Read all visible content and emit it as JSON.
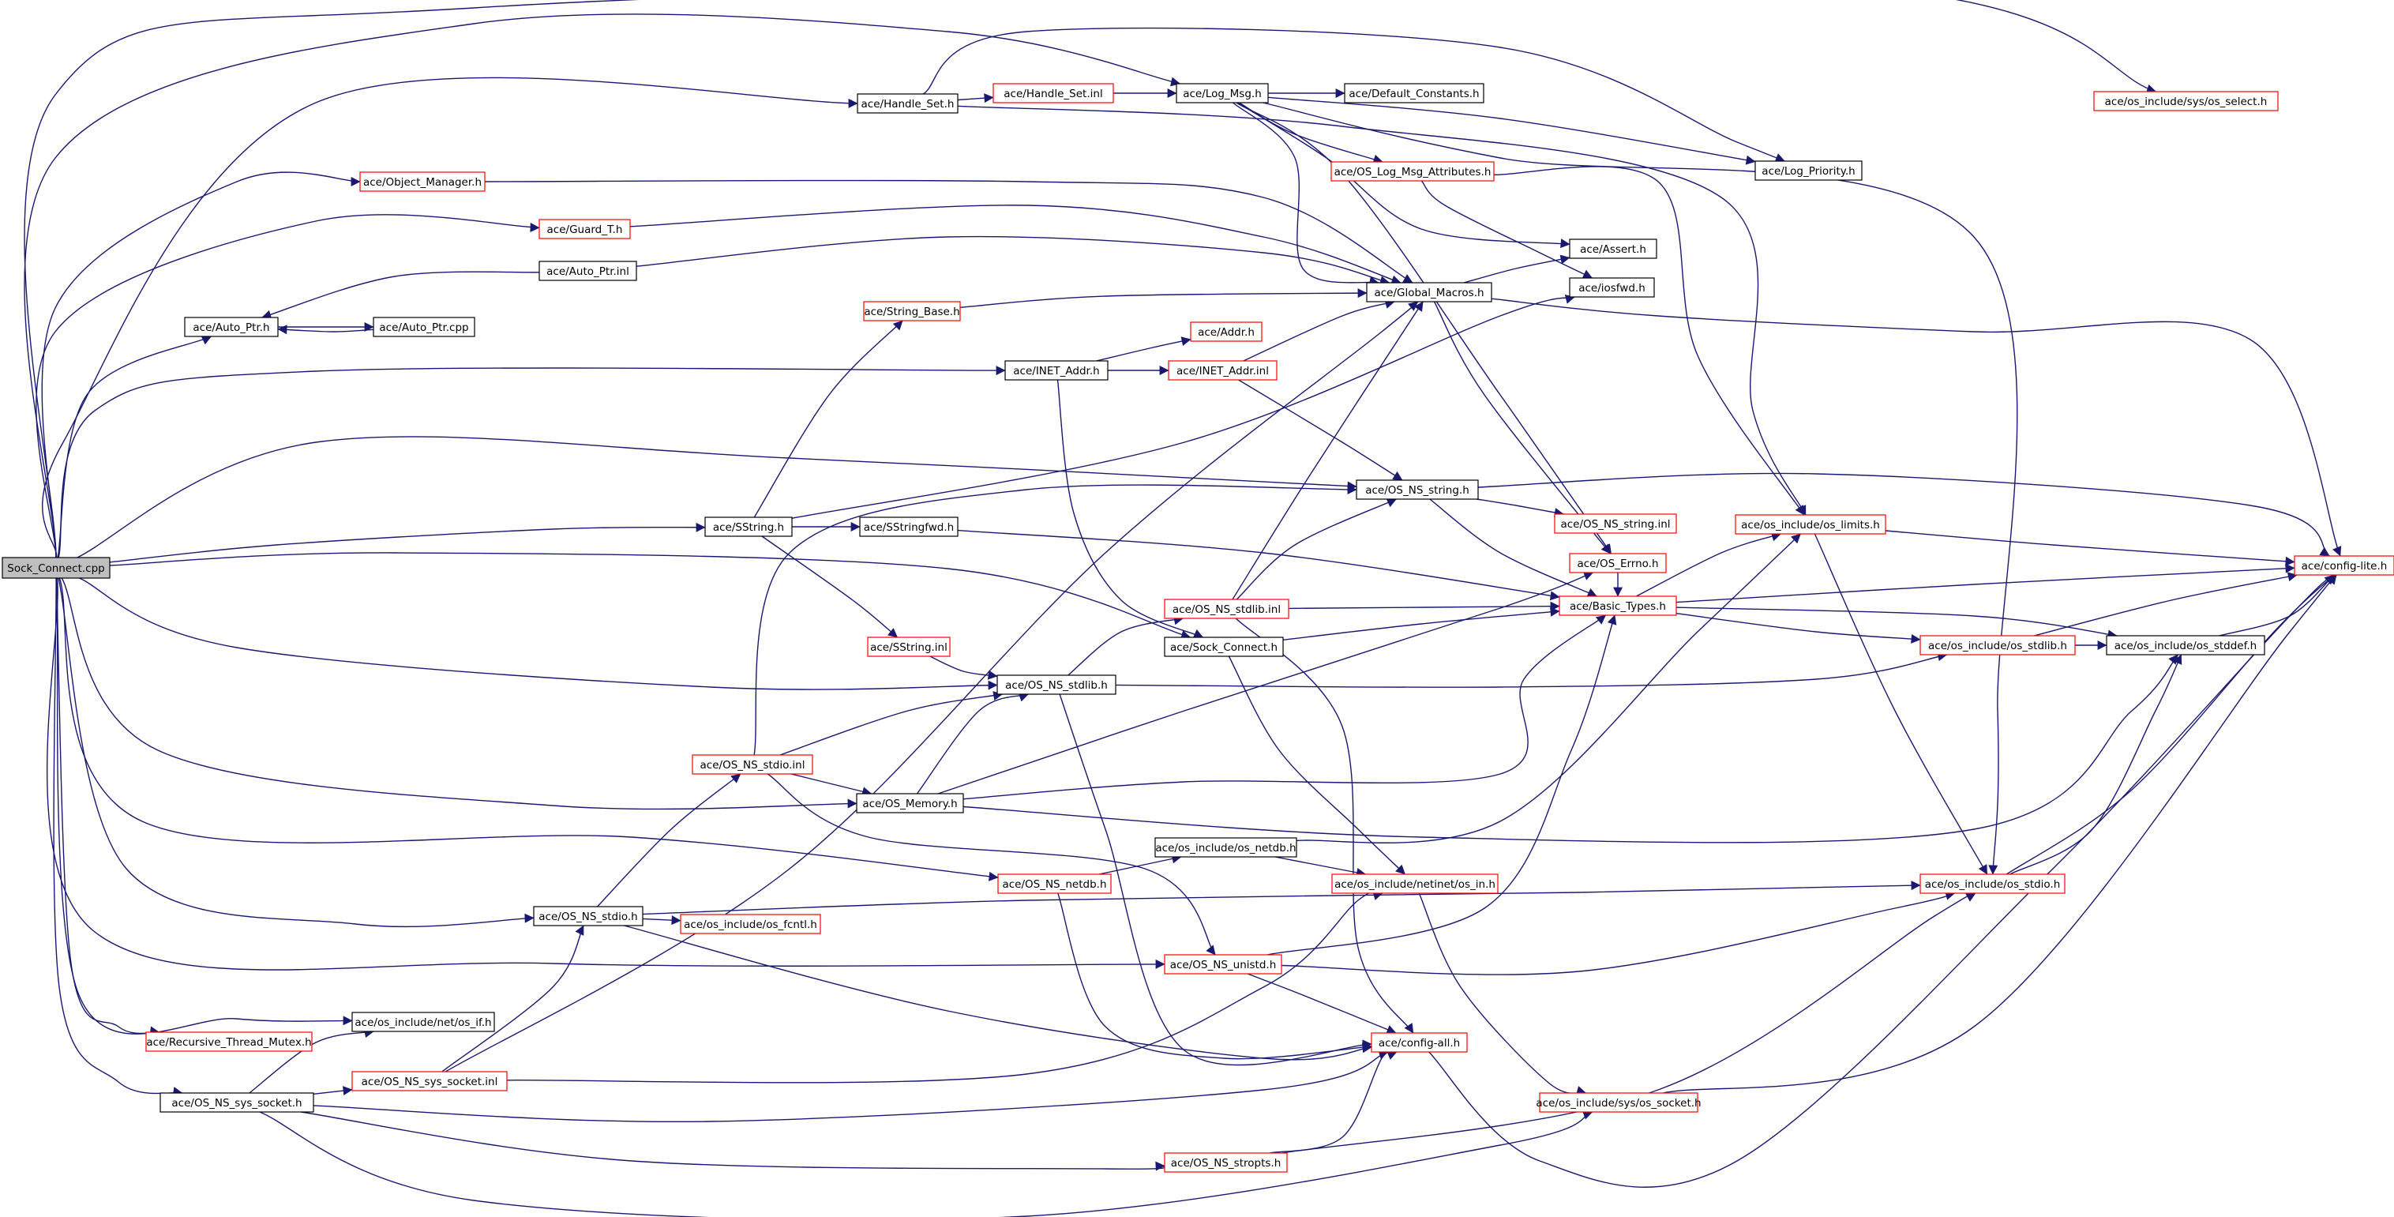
{
  "diagram": {
    "colors": {
      "edge": "#191970",
      "node_border_black": "#000000",
      "node_border_red": "#ff0000",
      "root_fill": "#bfbfbf",
      "node_fill": "#ffffff",
      "text": "#000000"
    },
    "root": "Sock_Connect.cpp",
    "nodes": [
      {
        "id": "n_root",
        "label": "Sock_Connect.cpp",
        "border": "black",
        "root": true
      },
      {
        "id": "n_handle_set_h",
        "label": "ace/Handle_Set.h",
        "border": "black"
      },
      {
        "id": "n_handle_set_inl",
        "label": "ace/Handle_Set.inl",
        "border": "red"
      },
      {
        "id": "n_log_msg_h",
        "label": "ace/Log_Msg.h",
        "border": "black"
      },
      {
        "id": "n_default_constants",
        "label": "ace/Default_Constants.h",
        "border": "black"
      },
      {
        "id": "n_os_select",
        "label": "ace/os_include/sys/os_select.h",
        "border": "red"
      },
      {
        "id": "n_log_priority",
        "label": "ace/Log_Priority.h",
        "border": "black"
      },
      {
        "id": "n_object_manager",
        "label": "ace/Object_Manager.h",
        "border": "red"
      },
      {
        "id": "n_os_log_msg_attr",
        "label": "ace/OS_Log_Msg_Attributes.h",
        "border": "red"
      },
      {
        "id": "n_guard_t",
        "label": "ace/Guard_T.h",
        "border": "red"
      },
      {
        "id": "n_assert",
        "label": "ace/Assert.h",
        "border": "black"
      },
      {
        "id": "n_auto_ptr_inl",
        "label": "ace/Auto_Ptr.inl",
        "border": "black"
      },
      {
        "id": "n_iosfwd",
        "label": "ace/iosfwd.h",
        "border": "black"
      },
      {
        "id": "n_global_macros",
        "label": "ace/Global_Macros.h",
        "border": "black"
      },
      {
        "id": "n_auto_ptr_h",
        "label": "ace/Auto_Ptr.h",
        "border": "black"
      },
      {
        "id": "n_auto_ptr_cpp",
        "label": "ace/Auto_Ptr.cpp",
        "border": "black"
      },
      {
        "id": "n_string_base",
        "label": "ace/String_Base.h",
        "border": "red"
      },
      {
        "id": "n_addr",
        "label": "ace/Addr.h",
        "border": "red"
      },
      {
        "id": "n_inet_addr_h",
        "label": "ace/INET_Addr.h",
        "border": "black"
      },
      {
        "id": "n_inet_addr_inl",
        "label": "ace/INET_Addr.inl",
        "border": "red"
      },
      {
        "id": "n_os_ns_string_h",
        "label": "ace/OS_NS_string.h",
        "border": "black"
      },
      {
        "id": "n_os_ns_string_inl",
        "label": "ace/OS_NS_string.inl",
        "border": "red"
      },
      {
        "id": "n_sstring_h",
        "label": "ace/SString.h",
        "border": "black"
      },
      {
        "id": "n_sstringfwd",
        "label": "ace/SStringfwd.h",
        "border": "black"
      },
      {
        "id": "n_os_limits",
        "label": "ace/os_include/os_limits.h",
        "border": "red"
      },
      {
        "id": "n_config_lite",
        "label": "ace/config-lite.h",
        "border": "red"
      },
      {
        "id": "n_os_errno",
        "label": "ace/OS_Errno.h",
        "border": "red"
      },
      {
        "id": "n_os_ns_stdlib_inl",
        "label": "ace/OS_NS_stdlib.inl",
        "border": "red"
      },
      {
        "id": "n_basic_types",
        "label": "ace/Basic_Types.h",
        "border": "red"
      },
      {
        "id": "n_sstring_inl",
        "label": "ace/SString.inl",
        "border": "red"
      },
      {
        "id": "n_sock_connect_h",
        "label": "ace/Sock_Connect.h",
        "border": "black"
      },
      {
        "id": "n_os_include_stdlib",
        "label": "ace/os_include/os_stdlib.h",
        "border": "red"
      },
      {
        "id": "n_os_stddef",
        "label": "ace/os_include/os_stddef.h",
        "border": "black"
      },
      {
        "id": "n_os_ns_stdlib_h",
        "label": "ace/OS_NS_stdlib.h",
        "border": "black"
      },
      {
        "id": "n_os_ns_stdio_inl",
        "label": "ace/OS_NS_stdio.inl",
        "border": "red"
      },
      {
        "id": "n_os_memory",
        "label": "ace/OS_Memory.h",
        "border": "black"
      },
      {
        "id": "n_os_netdb_inc",
        "label": "ace/os_include/os_netdb.h",
        "border": "black"
      },
      {
        "id": "n_os_ns_netdb",
        "label": "ace/OS_NS_netdb.h",
        "border": "red"
      },
      {
        "id": "n_netinet_in",
        "label": "ace/os_include/netinet/os_in.h",
        "border": "red"
      },
      {
        "id": "n_os_include_stdio",
        "label": "ace/os_include/os_stdio.h",
        "border": "red"
      },
      {
        "id": "n_os_ns_stdio_h",
        "label": "ace/OS_NS_stdio.h",
        "border": "black"
      },
      {
        "id": "n_os_fcntl",
        "label": "ace/os_include/os_fcntl.h",
        "border": "red"
      },
      {
        "id": "n_os_ns_unistd",
        "label": "ace/OS_NS_unistd.h",
        "border": "red"
      },
      {
        "id": "n_net_if",
        "label": "ace/os_include/net/os_if.h",
        "border": "black"
      },
      {
        "id": "n_config_all",
        "label": "ace/config-all.h",
        "border": "red"
      },
      {
        "id": "n_recursive_mutex",
        "label": "ace/Recursive_Thread_Mutex.h",
        "border": "red"
      },
      {
        "id": "n_os_ns_sys_socket_inl",
        "label": "ace/OS_NS_sys_socket.inl",
        "border": "red"
      },
      {
        "id": "n_os_ns_sys_socket_h",
        "label": "ace/OS_NS_sys_socket.h",
        "border": "black"
      },
      {
        "id": "n_sys_os_socket",
        "label": "ace/os_include/sys/os_socket.h",
        "border": "red"
      },
      {
        "id": "n_os_ns_stropts",
        "label": "ace/OS_NS_stropts.h",
        "border": "red"
      }
    ]
  }
}
